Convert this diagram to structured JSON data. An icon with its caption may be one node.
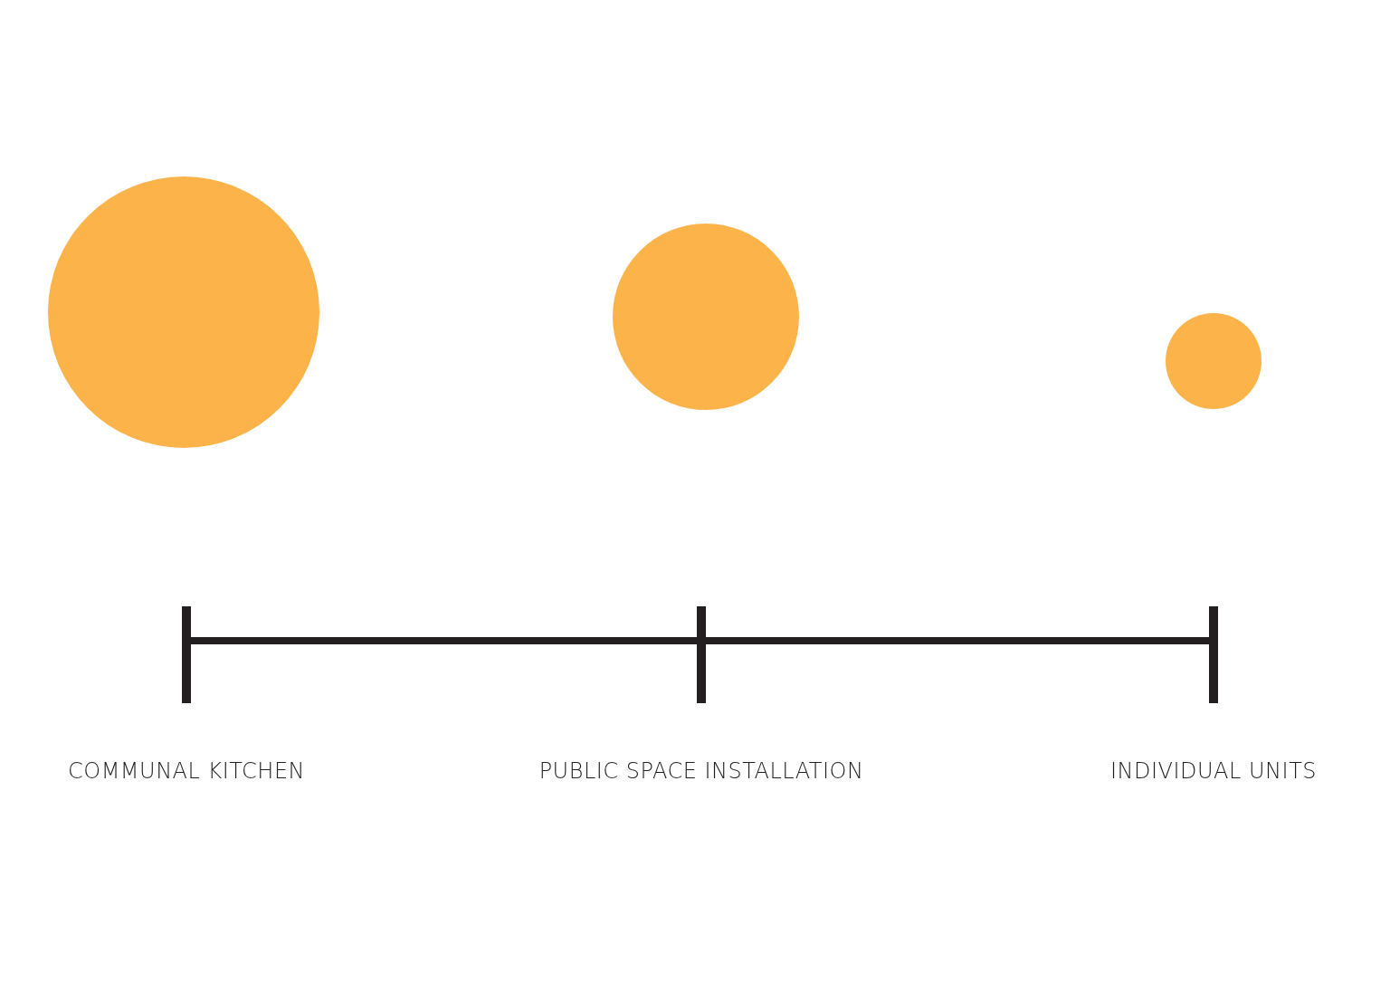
{
  "diagram": {
    "nodes": [
      {
        "text": [],
        "shape": "circle"
      },
      {
        "text": [],
        "shape": "circle"
      },
      {
        "text": [],
        "shape": "circle"
      }
    ],
    "labels": [
      "COMMUNAL KITCHEN",
      "PUBLIC SPACE INSTALLATION",
      "INDIVIDUAL UNITS"
    ]
  }
}
